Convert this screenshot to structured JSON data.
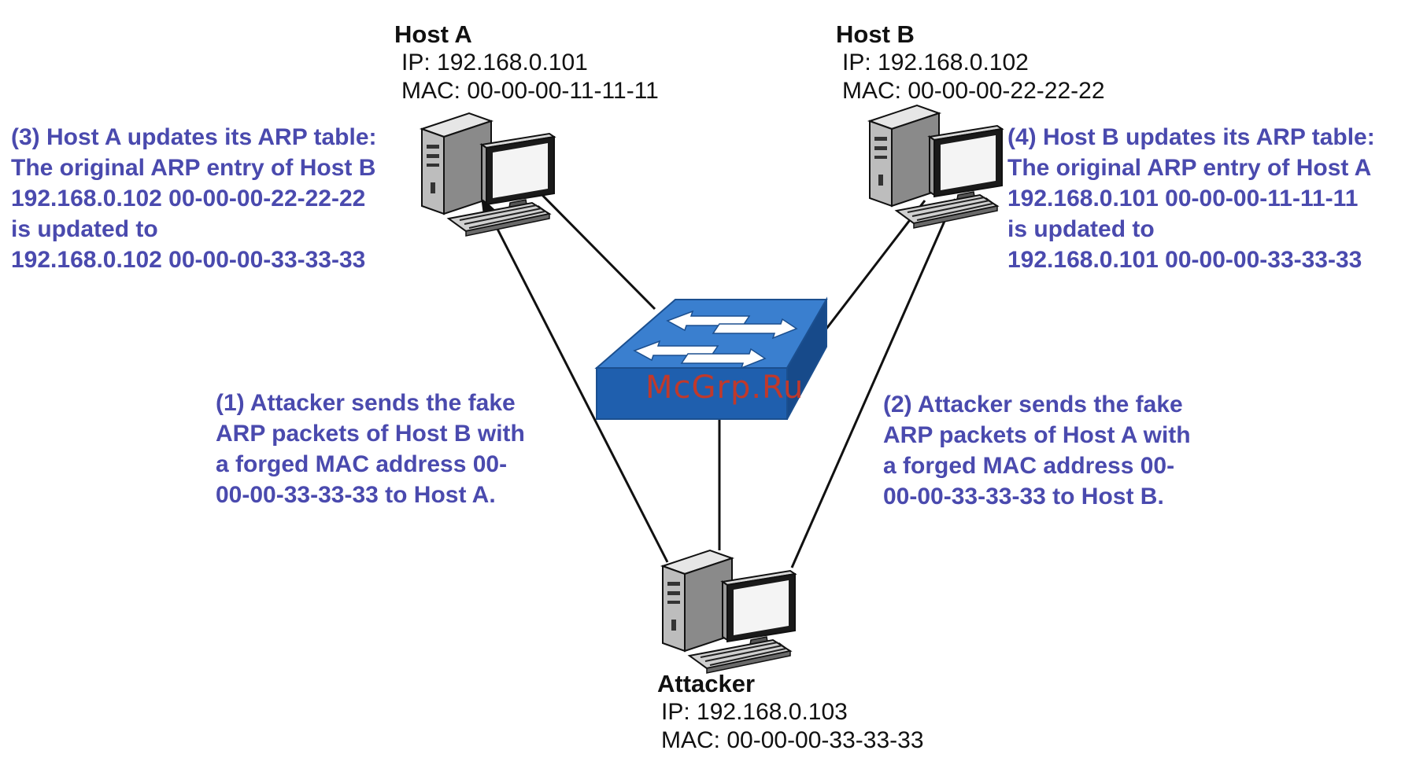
{
  "colors": {
    "note_text": "#4a4aae",
    "host_text": "#111111",
    "switch_blue": "#2a6fc0",
    "watermark_red": "#c0392b"
  },
  "hosts": {
    "host_a": {
      "title": "Host A",
      "ip": "IP: 192.168.0.101",
      "mac": "MAC: 00-00-00-11-11-11"
    },
    "host_b": {
      "title": "Host B",
      "ip": "IP: 192.168.0.102",
      "mac": "MAC: 00-00-00-22-22-22"
    },
    "attacker": {
      "title": "Attacker",
      "ip": "IP: 192.168.0.103",
      "mac": "MAC: 00-00-00-33-33-33"
    }
  },
  "notes": {
    "step1": {
      "lines": [
        "(1) Attacker sends the fake",
        "ARP packets of Host B with",
        "a forged MAC address 00-",
        "00-00-33-33-33 to Host A."
      ]
    },
    "step2": {
      "lines": [
        "(2) Attacker sends the fake",
        "ARP packets of Host A with",
        "a forged MAC address 00-",
        "00-00-33-33-33 to Host B."
      ]
    },
    "step3": {
      "lines": [
        "(3) Host A updates its ARP table:",
        "The original ARP entry of Host B",
        "192.168.0.102   00-00-00-22-22-22",
        "is updated to",
        "192.168.0.102   00-00-00-33-33-33"
      ]
    },
    "step4": {
      "lines": [
        "(4) Host B updates its ARP table:",
        "The original ARP entry of Host A",
        "192.168.0.101   00-00-00-11-11-11",
        "is updated to",
        "192.168.0.101   00-00-00-33-33-33"
      ]
    }
  },
  "watermark": "McGrp.Ru",
  "icons": {
    "computer": "desktop-computer-icon",
    "switch": "network-switch-icon"
  }
}
